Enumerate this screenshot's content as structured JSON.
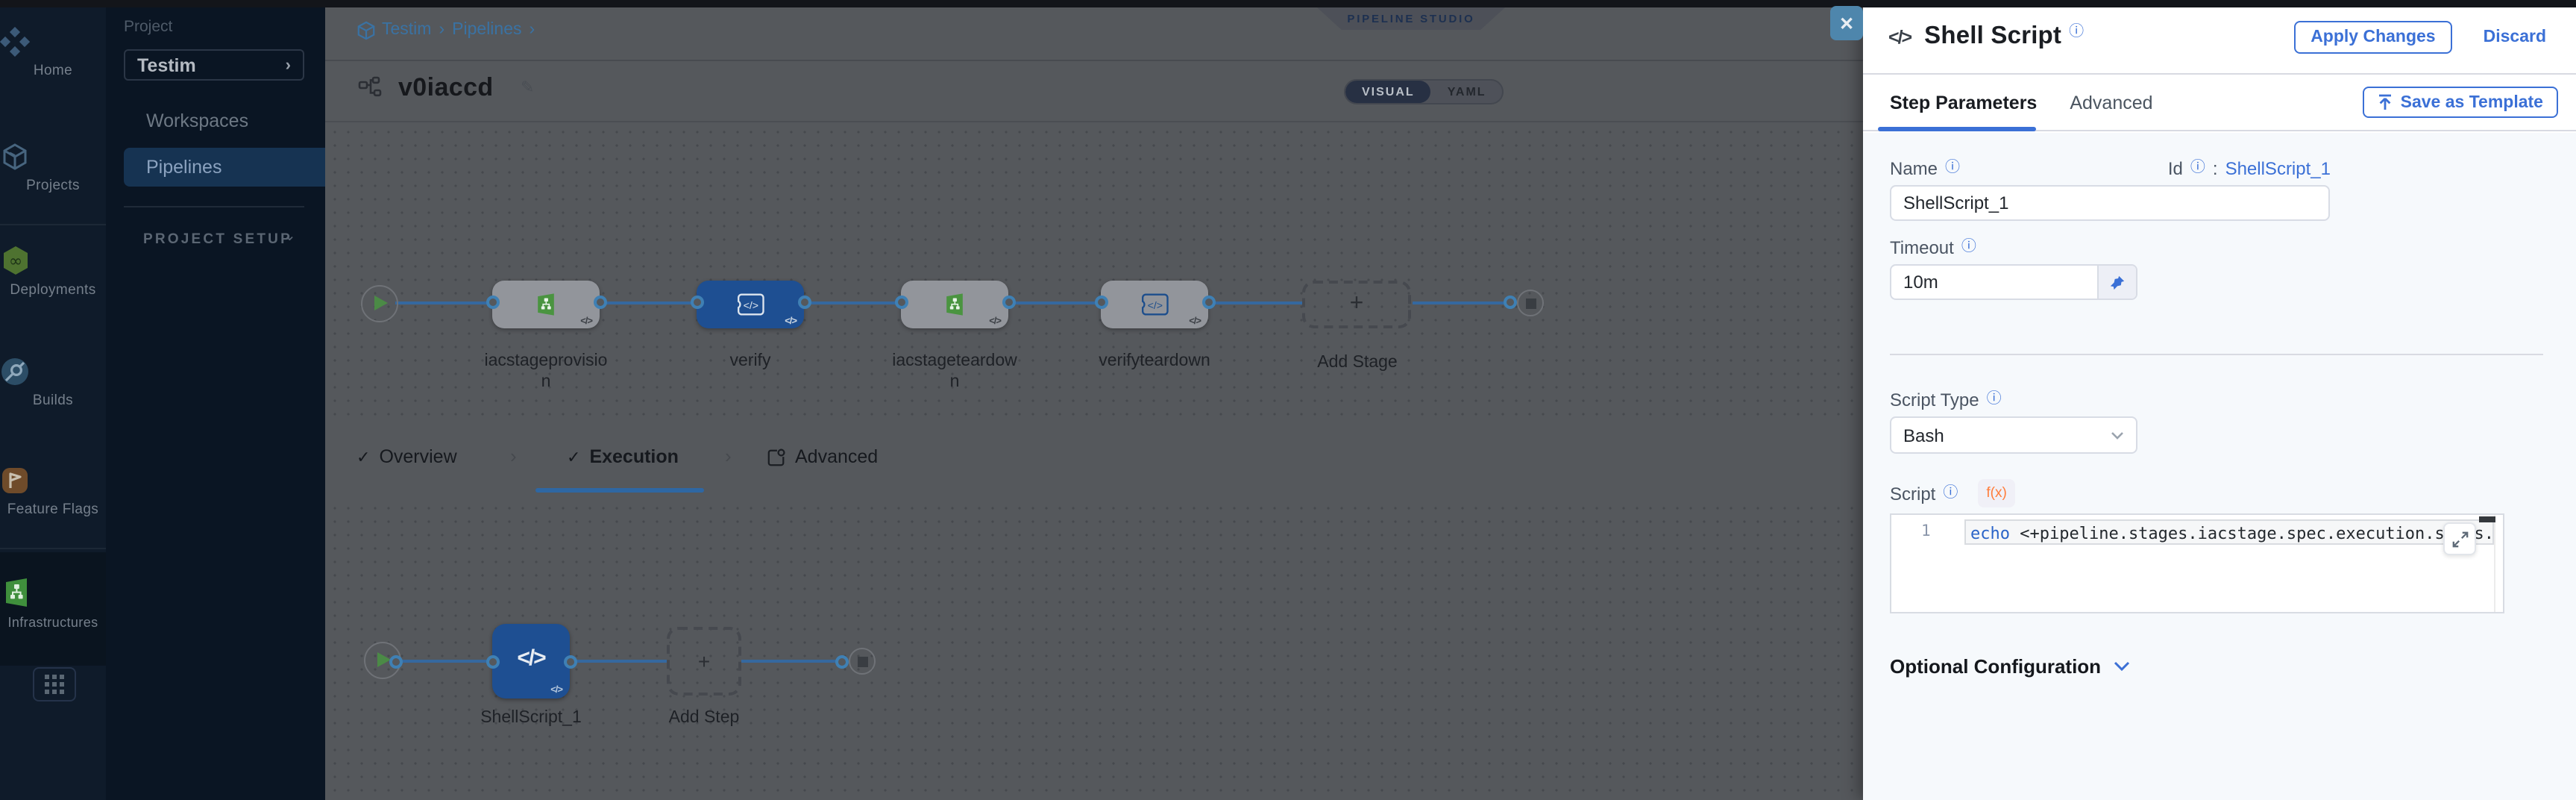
{
  "colors": {
    "accent_blue": "#3b70d6",
    "canvas_link_blue": "#3a72a3",
    "selected_node_blue": "#1e4f92",
    "stage_icon_green": "#4a9440",
    "close_button_blue": "#4e86ac"
  },
  "sidebar": {
    "items": [
      {
        "label": "Home"
      },
      {
        "label": "Projects"
      },
      {
        "label": "Deployments"
      },
      {
        "label": "Builds"
      },
      {
        "label": "Feature Flags"
      },
      {
        "label": "Infrastructures"
      }
    ]
  },
  "project_nav": {
    "section_label": "Project",
    "project_name": "Testim",
    "chevron": "›",
    "items": [
      {
        "label": "Workspaces"
      },
      {
        "label": "Pipelines",
        "selected": true
      }
    ],
    "setup_label": "PROJECT SETUP"
  },
  "header": {
    "breadcrumb": [
      "Testim",
      "Pipelines"
    ],
    "breadcrumb_sep": "›",
    "studio_badge": "PIPELINE STUDIO",
    "pipeline_name": "v0iaccd",
    "edit_glyph": "✎",
    "view_toggle": {
      "visual": "VISUAL",
      "yaml": "YAML"
    }
  },
  "stage_graph": {
    "stages": [
      {
        "name": "iacstageprovision",
        "type": "infrastructure"
      },
      {
        "name": "verify",
        "type": "custom",
        "selected": true
      },
      {
        "name": "iacstageteardown",
        "type": "infrastructure"
      },
      {
        "name": "verifyteardown",
        "type": "custom"
      }
    ],
    "add_stage_label": "Add Stage",
    "plus": "+"
  },
  "pipeline_tabs": {
    "check": "✓",
    "sep": "›",
    "tabs": [
      {
        "label": "Overview",
        "checked": true
      },
      {
        "label": "Execution",
        "checked": true,
        "active": true
      },
      {
        "label": "Advanced"
      }
    ]
  },
  "step_graph": {
    "step_name": "ShellScript_1",
    "step_icon": "</>",
    "add_step_label": "Add Step",
    "plus": "+"
  },
  "drawer": {
    "icon": "</>",
    "title": "Shell Script",
    "info_glyph": "ⓘ",
    "apply_label": "Apply Changes",
    "discard_label": "Discard",
    "tabs": [
      {
        "label": "Step Parameters",
        "active": true
      },
      {
        "label": "Advanced"
      }
    ],
    "save_template_label": "Save as Template",
    "close_glyph": "✕",
    "form": {
      "name_label": "Name",
      "name_value": "ShellScript_1",
      "id_label": "Id",
      "id_separator": ":",
      "id_value": "ShellScript_1",
      "timeout_label": "Timeout",
      "timeout_value": "10m",
      "script_type_label": "Script Type",
      "script_type_value": "Bash",
      "script_label": "Script",
      "fx_badge": "f(x)",
      "editor": {
        "line_number": "1",
        "keyword": "echo",
        "code_rest": " <+pipeline.stages.iacstage.spec.execution.steps.appl"
      },
      "optional_config_label": "Optional Configuration"
    }
  }
}
